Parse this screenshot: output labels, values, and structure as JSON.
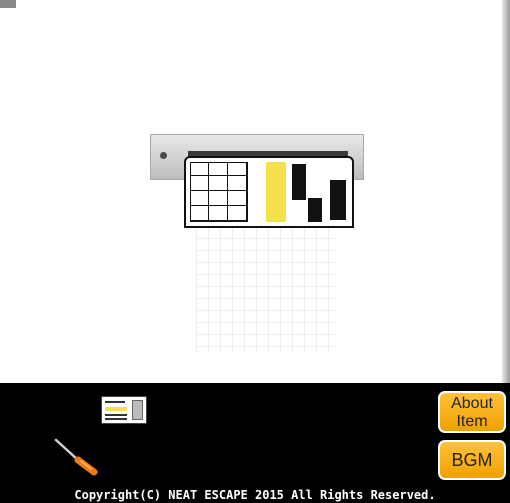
{
  "buttons": {
    "about_item_line1": "About",
    "about_item_line2": "Item",
    "bgm": "BGM"
  },
  "footer": {
    "copyright": "Copyright(C) NEAT ESCAPE 2015 All Rights Reserved."
  },
  "inventory": {
    "items": [
      {
        "name": "id-card-icon"
      },
      {
        "name": "screwdriver-icon"
      }
    ]
  },
  "colors": {
    "button_fill": "#f0a000",
    "card_highlight": "#f3e04a",
    "bar_background": "#000000"
  }
}
